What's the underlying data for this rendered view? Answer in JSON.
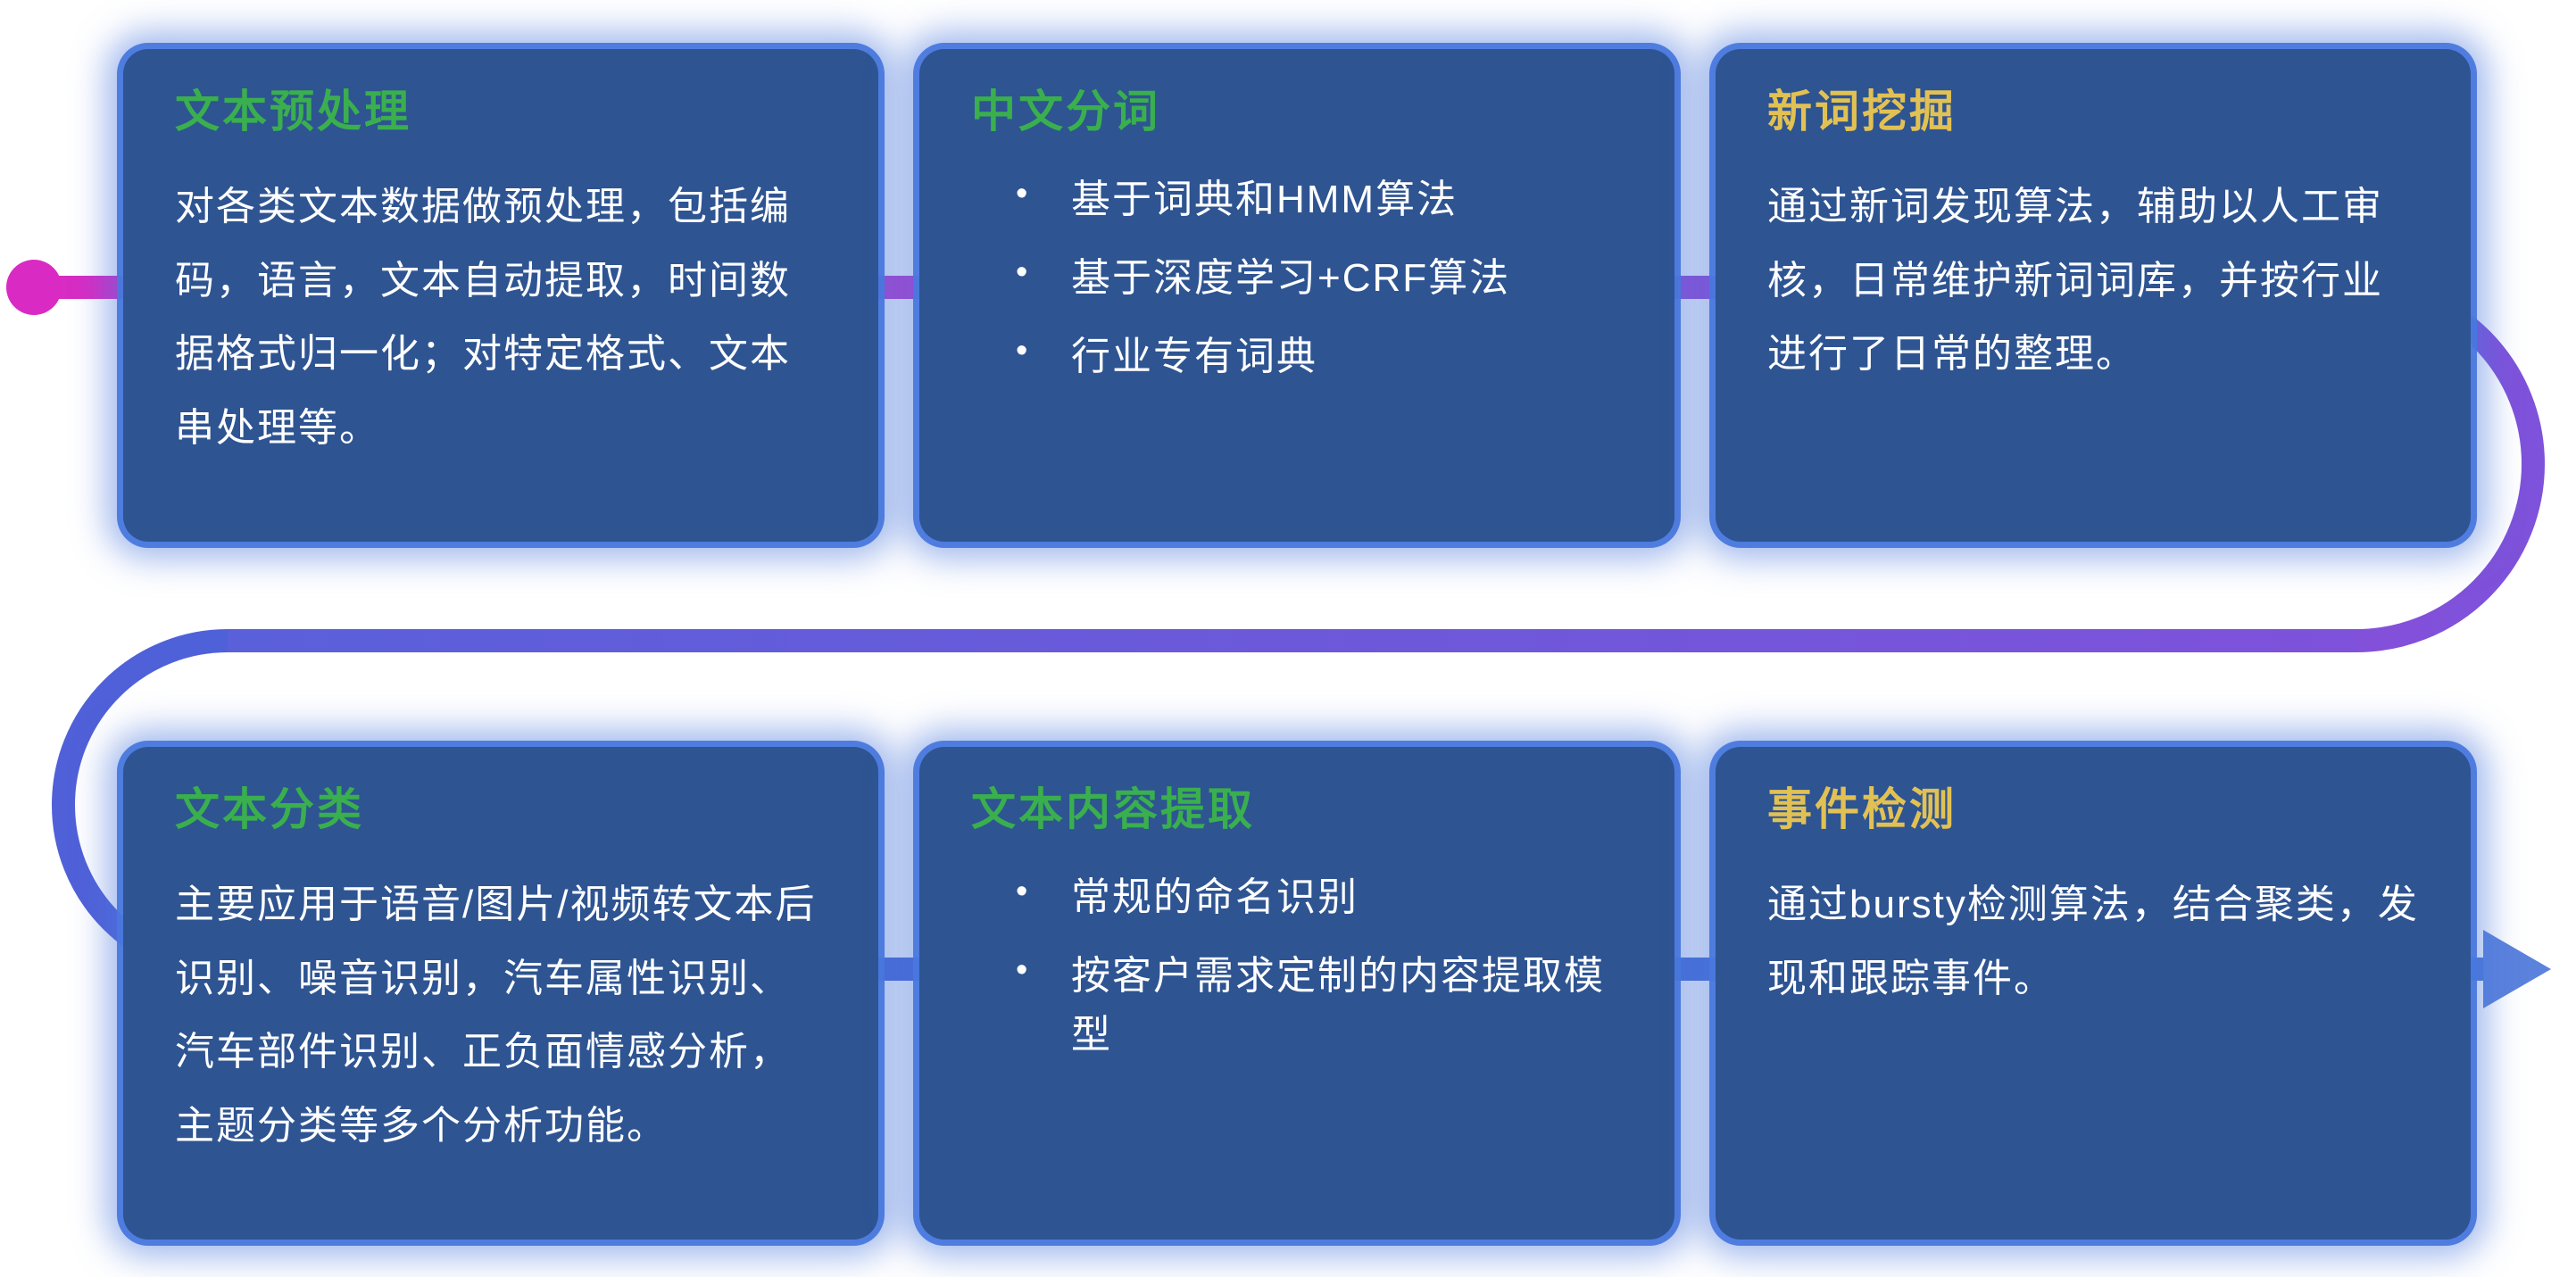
{
  "flow": {
    "start_dot_color": "#d92bc3",
    "arrow_color": "#5b82dc",
    "gradient": {
      "magenta": "#d92bc3",
      "purple": "#7e52da",
      "blue": "#4469d5"
    }
  },
  "colors": {
    "card_background": "#2e5492",
    "card_glow": "#4978dd",
    "title_green": "#3aaf4e",
    "title_yellow": "#e2c153",
    "body_text": "#ffffff"
  },
  "cards": [
    {
      "title": "文本预处理",
      "title_color": "#3aaf4e",
      "type": "paragraph",
      "body": "对各类文本数据做预处理，包括编码，语言，文本自动提取，时间数据格式归一化；对特定格式、文本串处理等。"
    },
    {
      "title": "中文分词",
      "title_color": "#3aaf4e",
      "type": "bullets",
      "bullets": [
        "基于词典和HMM算法",
        "基于深度学习+CRF算法",
        "行业专有词典"
      ]
    },
    {
      "title": "新词挖掘",
      "title_color": "#e2c153",
      "type": "paragraph",
      "body": "通过新词发现算法，辅助以人工审核，日常维护新词词库，并按行业进行了日常的整理。"
    },
    {
      "title": "文本分类",
      "title_color": "#3aaf4e",
      "type": "paragraph",
      "body": "主要应用于语音/图片/视频转文本后识别、噪音识别，汽车属性识别、汽车部件识别、正负面情感分析，主题分类等多个分析功能。"
    },
    {
      "title": "文本内容提取",
      "title_color": "#3aaf4e",
      "type": "bullets",
      "bullets": [
        "常规的命名识别",
        "按客户需求定制的内容提取模型"
      ]
    },
    {
      "title": "事件检测",
      "title_color": "#e2c153",
      "type": "paragraph",
      "body": "通过bursty检测算法，结合聚类，发现和跟踪事件。"
    }
  ]
}
